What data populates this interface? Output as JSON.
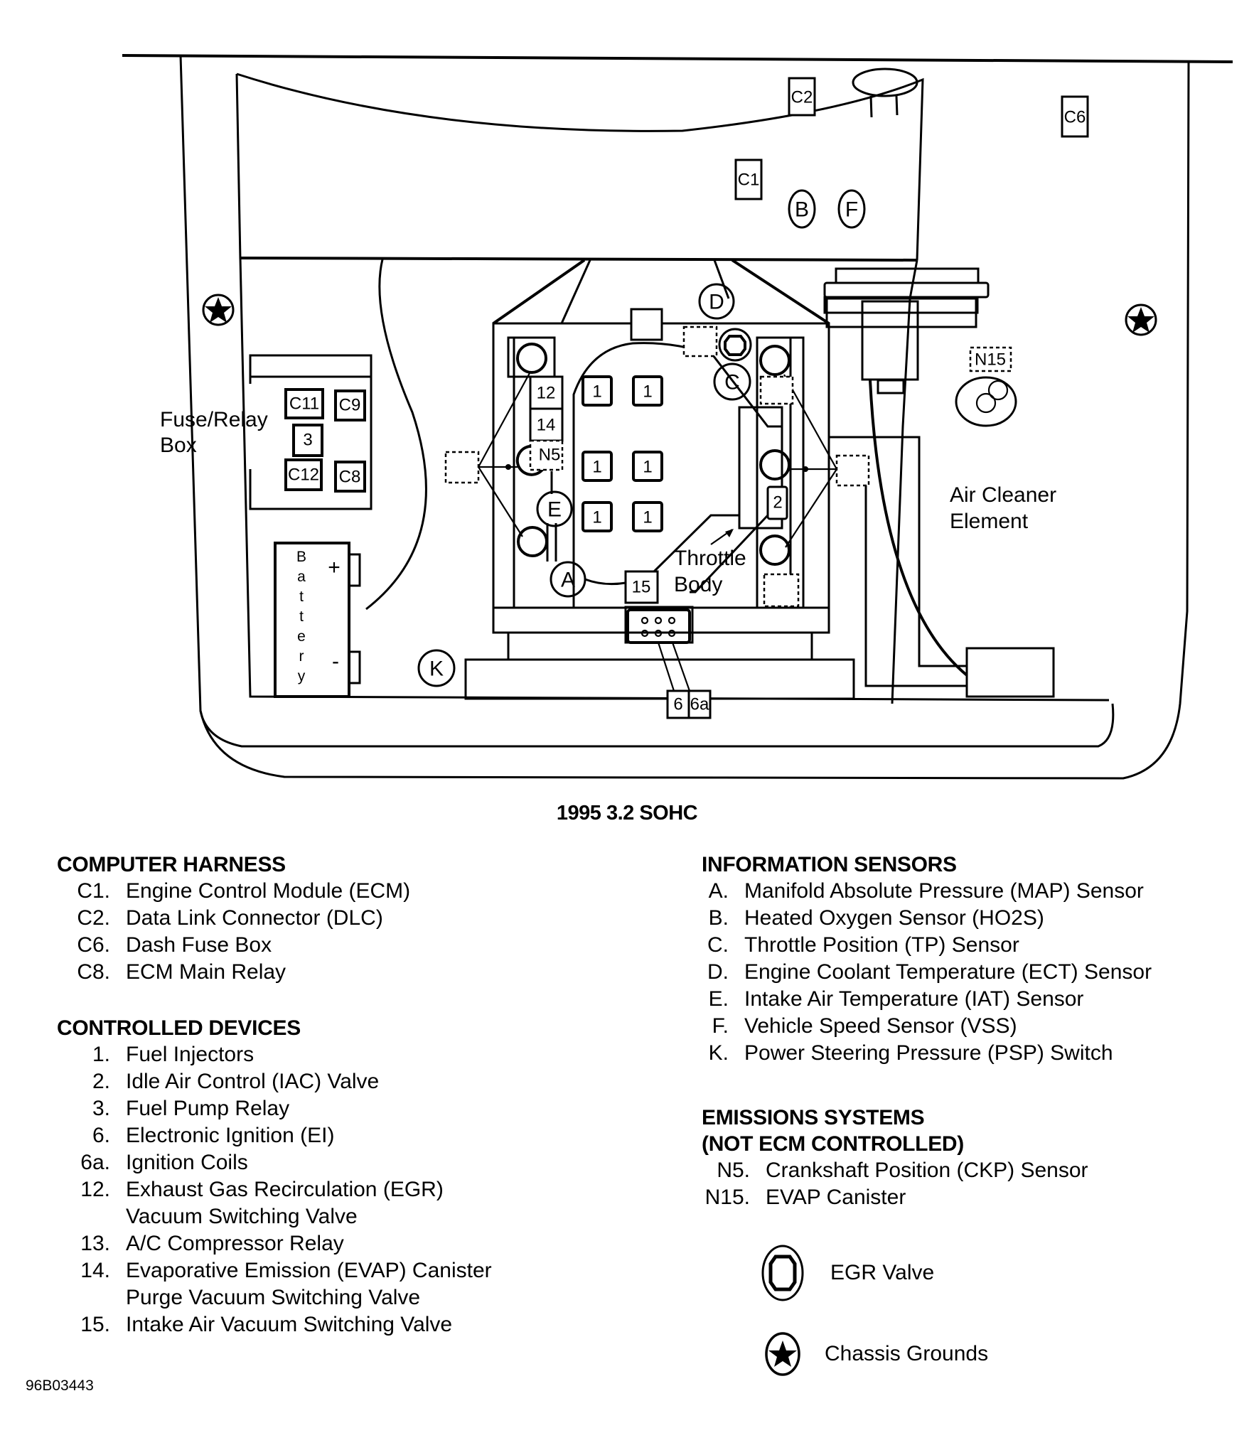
{
  "diagram": {
    "subtitle": "1995 3.2 SOHC",
    "component_labels": {
      "C1": "C1",
      "C2": "C2",
      "C6": "C6",
      "C8": "C8",
      "C9": "C9",
      "C11": "C11",
      "C12": "C12",
      "r3": "3",
      "r2": "2",
      "r12": "12",
      "r14": "14",
      "r15": "15",
      "N5": "N5",
      "N15": "N15",
      "r6": "6",
      "r6a": "6a",
      "r1": "1"
    },
    "sensor_labels": {
      "A": "A",
      "B": "B",
      "C": "C",
      "D": "D",
      "E": "E",
      "F": "F",
      "K": "K"
    },
    "callouts": {
      "fuse_relay_box_line1": "Fuse/Relay",
      "fuse_relay_box_line2": "Box",
      "battery_letters": [
        "B",
        "a",
        "t",
        "t",
        "e",
        "r",
        "y"
      ],
      "battery_plus": "+",
      "battery_minus": "-",
      "throttle_body_line1": "Throttle",
      "throttle_body_line2": "Body",
      "air_cleaner_line1": "Air Cleaner",
      "air_cleaner_line2": "Element"
    }
  },
  "legend": {
    "computer_harness": {
      "heading": "COMPUTER HARNESS",
      "items": [
        {
          "code": "C1.",
          "desc": "Engine Control Module (ECM)"
        },
        {
          "code": "C2.",
          "desc": "Data Link Connector (DLC)"
        },
        {
          "code": "C6.",
          "desc": "Dash Fuse Box"
        },
        {
          "code": "C8.",
          "desc": "ECM Main Relay"
        }
      ]
    },
    "controlled_devices": {
      "heading": "CONTROLLED DEVICES",
      "items": [
        {
          "code": "1.",
          "desc": "Fuel Injectors"
        },
        {
          "code": "2.",
          "desc": "Idle Air Control (IAC) Valve"
        },
        {
          "code": "3.",
          "desc": "Fuel Pump Relay"
        },
        {
          "code": "6.",
          "desc": "Electronic Ignition (EI)"
        },
        {
          "code": "6a.",
          "desc": "Ignition Coils"
        },
        {
          "code": "12.",
          "desc": "Exhaust Gas Recirculation (EGR)",
          "desc2": "Vacuum Switching Valve"
        },
        {
          "code": "13.",
          "desc": "A/C Compressor Relay"
        },
        {
          "code": "14.",
          "desc": "Evaporative Emission (EVAP) Canister",
          "desc2": "Purge Vacuum Switching Valve"
        },
        {
          "code": "15.",
          "desc": "Intake Air Vacuum Switching Valve"
        }
      ]
    },
    "information_sensors": {
      "heading": "INFORMATION SENSORS",
      "items": [
        {
          "code": "A.",
          "desc": "Manifold Absolute Pressure (MAP) Sensor"
        },
        {
          "code": "B.",
          "desc": "Heated Oxygen Sensor (HO2S)"
        },
        {
          "code": "C.",
          "desc": "Throttle Position (TP) Sensor"
        },
        {
          "code": "D.",
          "desc": "Engine Coolant Temperature (ECT) Sensor"
        },
        {
          "code": "E.",
          "desc": "Intake Air Temperature (IAT) Sensor"
        },
        {
          "code": "F.",
          "desc": "Vehicle Speed Sensor (VSS)"
        },
        {
          "code": "K.",
          "desc": "Power Steering Pressure (PSP) Switch"
        }
      ]
    },
    "emissions_systems": {
      "heading_line1": "EMISSIONS SYSTEMS",
      "heading_line2": "(NOT ECM CONTROLLED)",
      "items": [
        {
          "code": "N5.",
          "desc": "Crankshaft Position (CKP) Sensor"
        },
        {
          "code": "N15.",
          "desc": "EVAP Canister"
        }
      ]
    },
    "symbols": [
      {
        "icon": "egr-valve-icon",
        "label": "EGR Valve"
      },
      {
        "icon": "chassis-ground-icon",
        "label": "Chassis Grounds"
      }
    ]
  },
  "footnote": "96B03443"
}
